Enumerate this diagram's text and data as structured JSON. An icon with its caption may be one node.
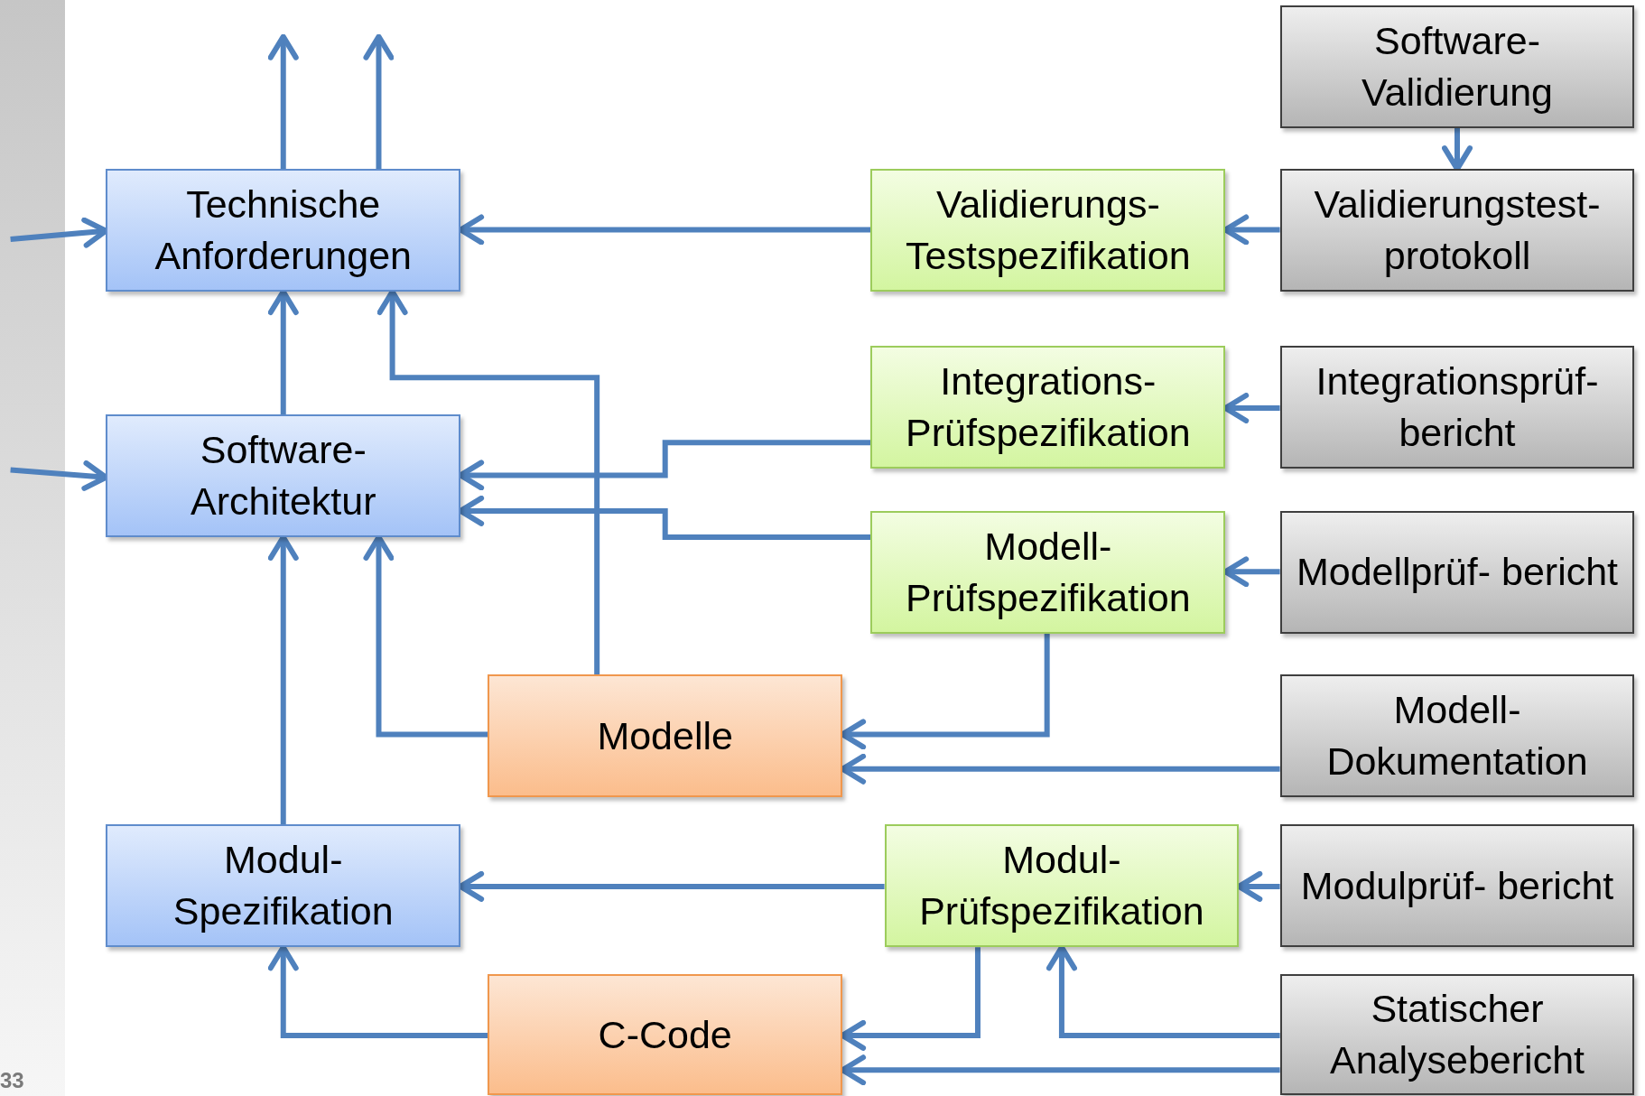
{
  "diagram": {
    "nodes": [
      {
        "text": [
          "Technische Anforderungen"
        ]
      },
      {
        "text": [
          "Validierungs- Testspezifikation"
        ]
      },
      {
        "text": [
          "Software- Validierung"
        ]
      },
      {
        "text": [
          "Validierungstest- protokoll"
        ]
      },
      {
        "text": [
          "Software- Architektur"
        ]
      },
      {
        "text": [
          "Integrations- Prüfspezifikation"
        ]
      },
      {
        "text": [
          "Integrationsprüf- bericht"
        ]
      },
      {
        "text": [
          "Modell- Prüfspezifikation"
        ]
      },
      {
        "text": [
          "Modellprüf- bericht"
        ]
      },
      {
        "text": [
          "Modelle"
        ]
      },
      {
        "text": [
          "Modell- Dokumentation"
        ]
      },
      {
        "text": [
          "Modul- Spezifikation"
        ]
      },
      {
        "text": [
          "Modul- Prüfspezifikation"
        ]
      },
      {
        "text": [
          "Modulprüf- bericht"
        ]
      },
      {
        "text": [
          "C-Code"
        ]
      },
      {
        "text": [
          "Statischer Analysebericht"
        ]
      }
    ],
    "edges": [
      {
        "from": null,
        "to": 0,
        "arrow": "to"
      },
      {
        "from": null,
        "to": 4,
        "arrow": "to"
      },
      {
        "from": 0,
        "to": null,
        "arrow": "to"
      },
      {
        "from": 0,
        "to": null,
        "arrow": "to"
      },
      {
        "from": 1,
        "to": 0,
        "arrow": "to"
      },
      {
        "from": 3,
        "to": 1,
        "arrow": "to"
      },
      {
        "from": 2,
        "to": 3,
        "arrow": "to"
      },
      {
        "from": 4,
        "to": 0,
        "arrow": "to"
      },
      {
        "from": 9,
        "to": 0,
        "arrow": "to"
      },
      {
        "from": 5,
        "to": 4,
        "arrow": "to"
      },
      {
        "from": 7,
        "to": 4,
        "arrow": "to"
      },
      {
        "from": 6,
        "to": 5,
        "arrow": "to"
      },
      {
        "from": 8,
        "to": 7,
        "arrow": "to"
      },
      {
        "from": 9,
        "to": 4,
        "arrow": "to"
      },
      {
        "from": 7,
        "to": 9,
        "arrow": "to"
      },
      {
        "from": 10,
        "to": 9,
        "arrow": "to"
      },
      {
        "from": 11,
        "to": 4,
        "arrow": "to"
      },
      {
        "from": 12,
        "to": 11,
        "arrow": "to"
      },
      {
        "from": 13,
        "to": 12,
        "arrow": "to"
      },
      {
        "from": 14,
        "to": 11,
        "arrow": "to"
      },
      {
        "from": 12,
        "to": 14,
        "arrow": "to"
      },
      {
        "from": 15,
        "to": 12,
        "arrow": "to"
      },
      {
        "from": 15,
        "to": 14,
        "arrow": "to"
      }
    ],
    "labels": [
      "33"
    ]
  }
}
